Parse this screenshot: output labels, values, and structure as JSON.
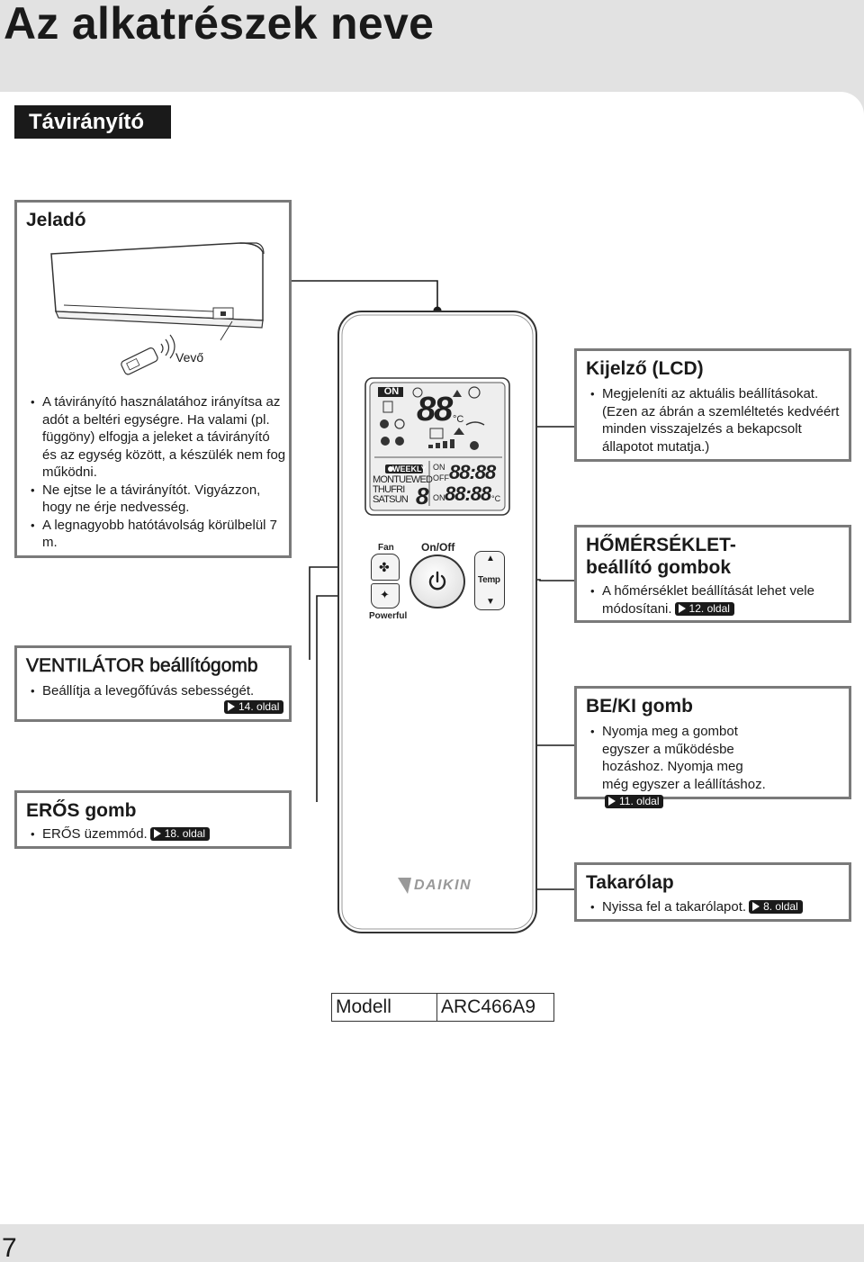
{
  "page": {
    "title": "Az alkatrészek neve",
    "section_tab": "Távirányító",
    "page_number": "7"
  },
  "transmitter_box": {
    "title": "Jeladó",
    "receiver_label": "Vevő",
    "items": [
      "A távirányító használatához irányítsa az adót a beltéri egységre. Ha valami (pl. függöny) elfogja a jeleket a távirányító és az egység között, a készülék nem fog működni.",
      "Ne ejtse le a távirányítót. Vigyázzon, hogy ne érje nedvesség.",
      "A legnagyobb hatótávolság körülbelül 7 m."
    ]
  },
  "display_box": {
    "title": "Kijelző (LCD)",
    "items": [
      "Megjeleníti az aktuális beállításokat. (Ezen az ábrán a szemléltetés kedvéért minden visszajelzés a bekapcsolt állapotot mutatja.)"
    ]
  },
  "temp_box": {
    "title": "HŐMÉRSÉKLET-beállító gombok",
    "item": "A hőmérséklet beállítását lehet vele módosítani.",
    "page_ref": "12. oldal"
  },
  "fan_box": {
    "title": "VENTILÁTOR beállítógomb",
    "item": "Beállítja a levegőfúvás sebességét.",
    "page_ref": "14. oldal"
  },
  "onoff_box": {
    "title": "BE/KI gomb",
    "item": "Nyomja meg a gombot egyszer a működésbe hozáshoz. Nyomja meg még egyszer a leállításhoz.",
    "page_ref": "11. oldal"
  },
  "powerful_box": {
    "title": "ERŐS gomb",
    "item": "ERŐS üzemmód.",
    "page_ref": "18. oldal"
  },
  "cover_box": {
    "title": "Takarólap",
    "item": "Nyissa fel a takarólapot.",
    "page_ref": "8. oldal"
  },
  "remote": {
    "lcd": {
      "on_badge": "ON",
      "temp_digits": "88",
      "temp_unit": "°C",
      "weekly_label": "WEEKLY",
      "days_row1": "MONTUEWED",
      "days_row2": "THUFRI",
      "days_row3": "SATSUN",
      "day_digit": "8",
      "on_label": "ON",
      "off_label": "OFF",
      "timer1": "88:88",
      "timer2": "88:88",
      "timer_unit": "°C",
      "on_label2": "ON"
    },
    "fan_label": "Fan",
    "powerful_label": "Powerful",
    "onoff_label": "On/Off",
    "temp_label": "Temp",
    "brand": "DAIKIN"
  },
  "model": {
    "label": "Modell",
    "value": "ARC466A9"
  },
  "colors": {
    "page_bg": "#e2e2e2",
    "panel_bg": "#ffffff",
    "box_border": "#7a7a7a",
    "ink": "#1a1a1a"
  }
}
